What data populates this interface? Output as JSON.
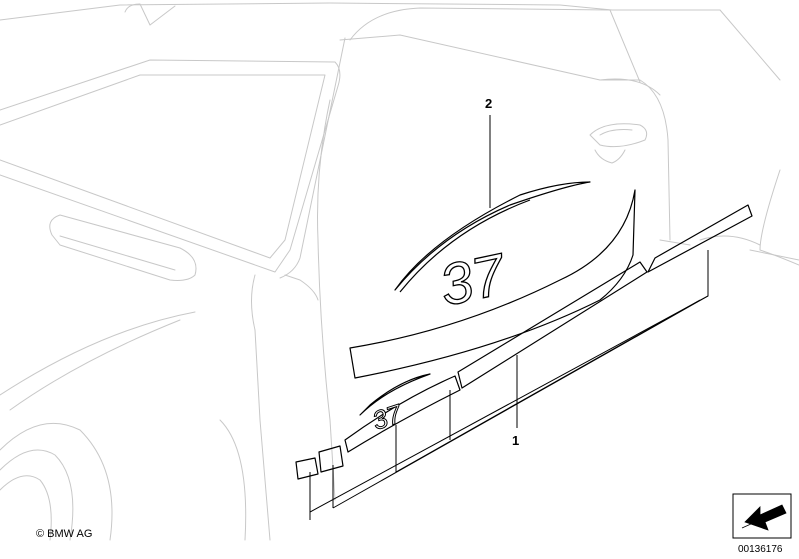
{
  "diagram": {
    "callouts": [
      {
        "id": "callout-2",
        "label": "2"
      },
      {
        "id": "callout-1",
        "label": "1"
      }
    ],
    "graphic_text": "37",
    "copyright": "© BMW AG",
    "reference_number": "00136176"
  }
}
